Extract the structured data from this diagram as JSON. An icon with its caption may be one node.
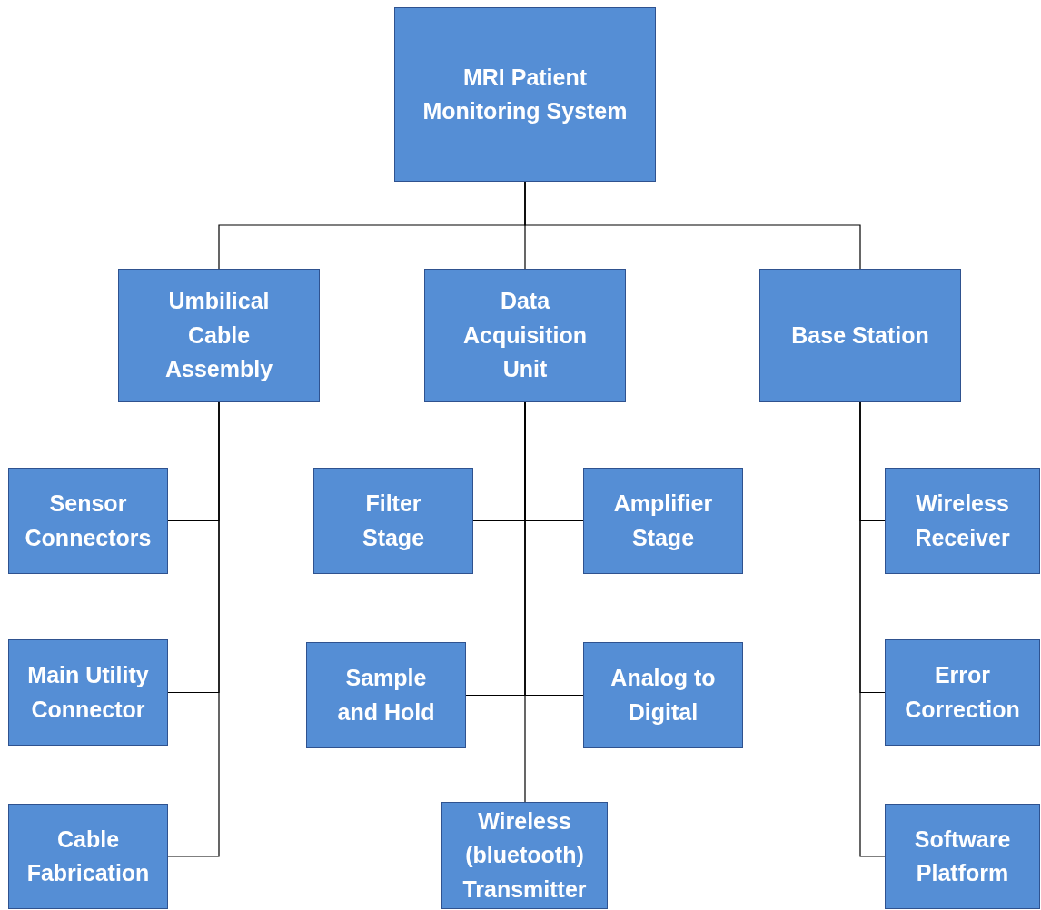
{
  "diagram": {
    "nodes": [
      {
        "text": [
          "MRI Patient Monitoring System"
        ]
      },
      {
        "text": [
          "Umbilical Cable Assembly"
        ]
      },
      {
        "text": [
          "Data Acquisition Unit"
        ]
      },
      {
        "text": [
          "Base Station"
        ]
      },
      {
        "text": [
          "Sensor Connectors"
        ]
      },
      {
        "text": [
          "Main Utility Connector"
        ]
      },
      {
        "text": [
          "Cable Fabrication"
        ]
      },
      {
        "text": [
          "Filter Stage"
        ]
      },
      {
        "text": [
          "Amplifier Stage"
        ]
      },
      {
        "text": [
          "Sample and Hold"
        ]
      },
      {
        "text": [
          "Analog to Digital"
        ]
      },
      {
        "text": [
          "Wireless (bluetooth) Transmitter"
        ]
      },
      {
        "text": [
          "Wireless Receiver"
        ]
      },
      {
        "text": [
          "Error Correction"
        ]
      },
      {
        "text": [
          "Software Platform"
        ]
      }
    ],
    "edges": [
      {
        "from": 0,
        "to": 1,
        "arrow": "none"
      },
      {
        "from": 0,
        "to": 2,
        "arrow": "none"
      },
      {
        "from": 0,
        "to": 3,
        "arrow": "none"
      },
      {
        "from": 1,
        "to": 4,
        "arrow": "none"
      },
      {
        "from": 1,
        "to": 5,
        "arrow": "none"
      },
      {
        "from": 1,
        "to": 6,
        "arrow": "none"
      },
      {
        "from": 2,
        "to": 7,
        "arrow": "none"
      },
      {
        "from": 2,
        "to": 8,
        "arrow": "none"
      },
      {
        "from": 2,
        "to": 9,
        "arrow": "none"
      },
      {
        "from": 2,
        "to": 10,
        "arrow": "none"
      },
      {
        "from": 2,
        "to": 11,
        "arrow": "none"
      },
      {
        "from": 3,
        "to": 12,
        "arrow": "none"
      },
      {
        "from": 3,
        "to": 13,
        "arrow": "none"
      },
      {
        "from": 3,
        "to": 14,
        "arrow": "none"
      }
    ]
  }
}
